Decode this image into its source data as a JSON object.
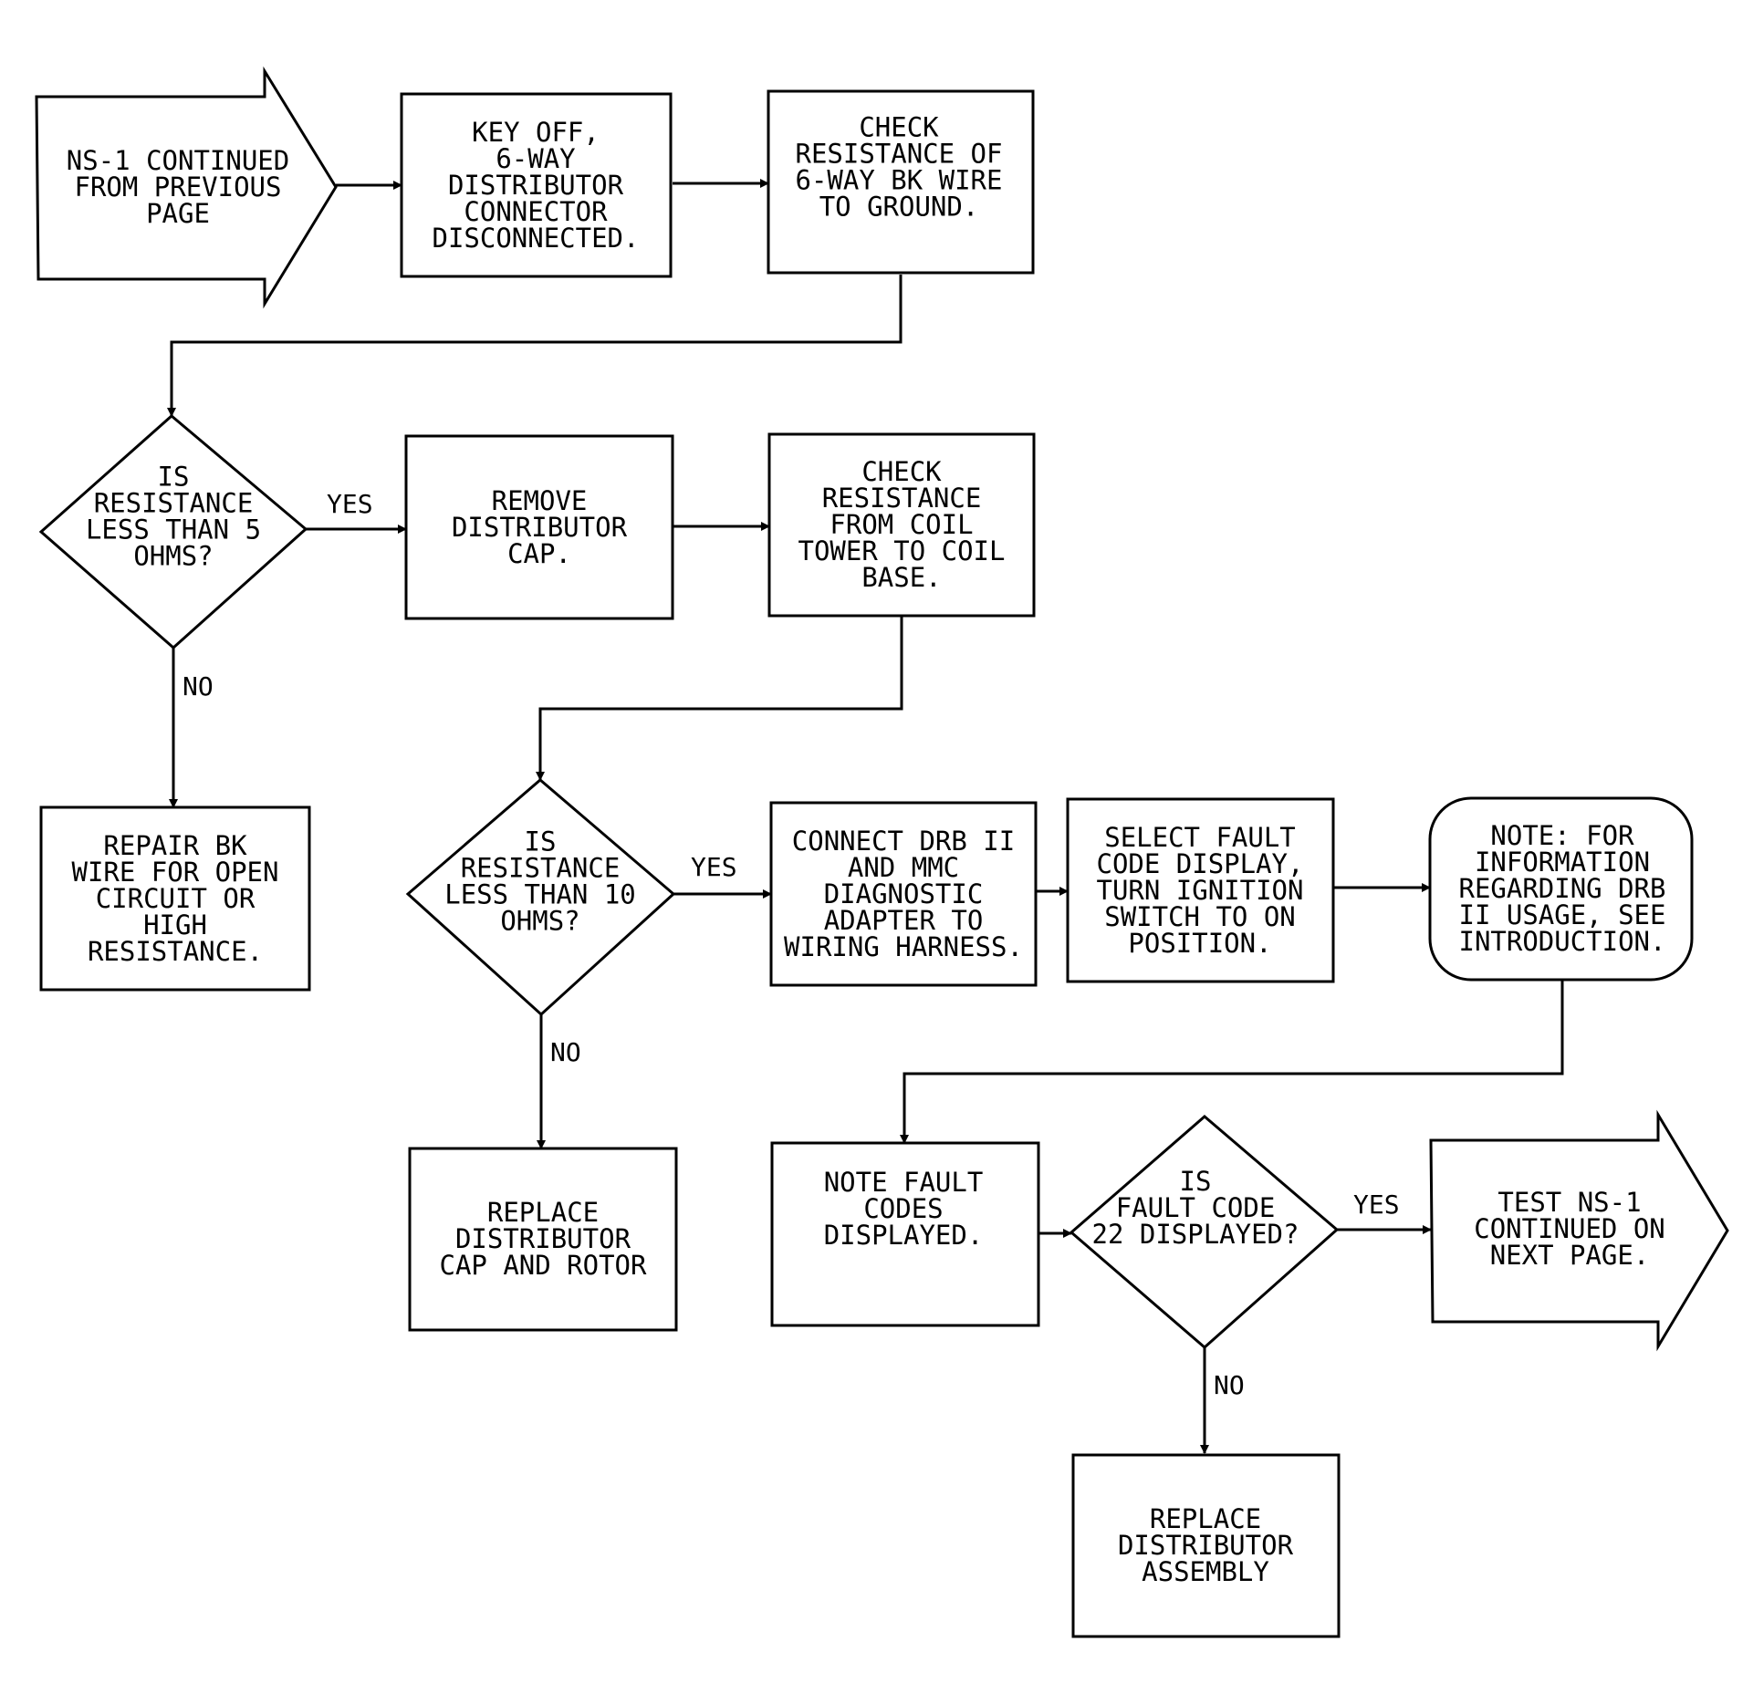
{
  "nodes": {
    "start": [
      "NS-1 CONTINUED",
      "FROM PREVIOUS",
      "PAGE"
    ],
    "key_off": [
      "KEY OFF,",
      "6-WAY",
      "DISTRIBUTOR",
      "CONNECTOR",
      "DISCONNECTED."
    ],
    "check_bk": [
      "CHECK",
      "RESISTANCE OF",
      "6-WAY BK WIRE",
      "TO GROUND."
    ],
    "dec1": [
      "IS",
      "RESISTANCE",
      "LESS THAN 5",
      "OHMS?"
    ],
    "remove_cap": [
      "REMOVE",
      "DISTRIBUTOR",
      "CAP."
    ],
    "check_coil": [
      "CHECK",
      "RESISTANCE",
      "FROM COIL",
      "TOWER TO COIL",
      "BASE."
    ],
    "repair_bk": [
      "REPAIR BK",
      "WIRE FOR OPEN",
      "CIRCUIT OR",
      "HIGH",
      "RESISTANCE."
    ],
    "dec2": [
      "IS",
      "RESISTANCE",
      "LESS THAN 10",
      "OHMS?"
    ],
    "connect_drb": [
      "CONNECT DRB II",
      "AND MMC",
      "DIAGNOSTIC",
      "ADAPTER TO",
      "WIRING HARNESS."
    ],
    "select_fault": [
      "SELECT FAULT",
      "CODE DISPLAY,",
      "TURN IGNITION",
      "SWITCH TO ON",
      "POSITION."
    ],
    "note": [
      "NOTE: FOR",
      "INFORMATION",
      "REGARDING DRB",
      "II USAGE, SEE",
      "INTRODUCTION."
    ],
    "replace_cap": [
      "REPLACE",
      "DISTRIBUTOR",
      "CAP AND ROTOR"
    ],
    "note_fault": [
      "NOTE FAULT",
      "CODES",
      "DISPLAYED."
    ],
    "dec3": [
      "IS",
      "FAULT CODE",
      "22 DISPLAYED?"
    ],
    "end": [
      "TEST NS-1",
      "CONTINUED ON",
      "NEXT PAGE."
    ],
    "replace_dist": [
      "REPLACE",
      "DISTRIBUTOR",
      "ASSEMBLY"
    ]
  },
  "edge_labels": {
    "dec1_yes": "YES",
    "dec1_no": "NO",
    "dec2_yes": "YES",
    "dec2_no": "NO",
    "dec3_yes": "YES",
    "dec3_no": "NO"
  }
}
